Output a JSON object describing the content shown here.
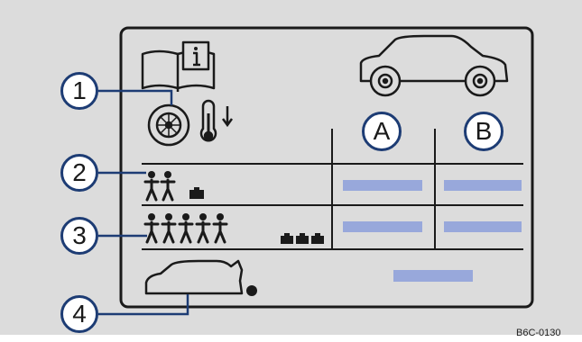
{
  "callouts": {
    "n1": "1",
    "n2": "2",
    "n3": "3",
    "n4": "4",
    "col_a": "A",
    "col_b": "B"
  },
  "figure_code": "B6C-0130",
  "colors": {
    "panel_background": "#dcdcdc",
    "outline": "#1a1a1a",
    "callout_ring": "#1d3c74",
    "value_bar": "#98a8db"
  },
  "icons": [
    "manual-book-icon",
    "car-side-icon",
    "tyre-icon",
    "cold-thermometer-icon",
    "two-occupants-icon",
    "small-luggage-icon",
    "five-occupants-icon",
    "large-luggage-icon",
    "open-boot-car-icon"
  ]
}
